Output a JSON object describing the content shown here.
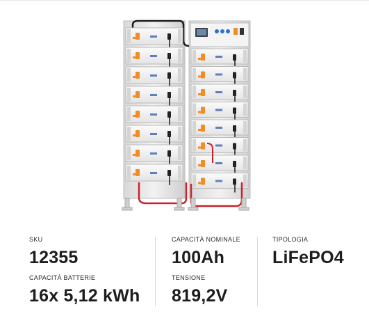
{
  "product": {
    "image_name": "battery-rack-cabinet",
    "accent_orange": "#f28c28",
    "cable_red": "#c8232c",
    "module_count_left": 8,
    "module_count_right": 8
  },
  "specs": [
    {
      "label": "SKU",
      "value": "12355"
    },
    {
      "label": "Capacità Batterie",
      "value": "16x 5,12 kWh"
    },
    {
      "label": "Capacità Nominale",
      "value": "100Ah"
    },
    {
      "label": "Tensione",
      "value": "819,2V"
    },
    {
      "label": "Tipologia",
      "value": "LiFePO4"
    }
  ]
}
